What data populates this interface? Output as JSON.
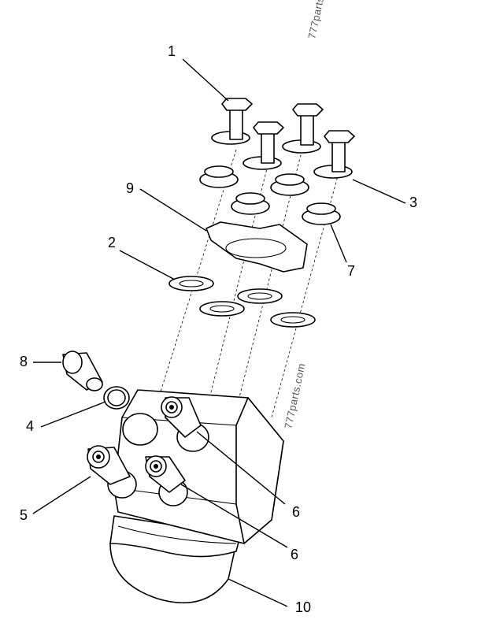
{
  "watermark_top": "777parts",
  "watermark_side": "777parts.com",
  "callouts": [
    "1",
    "2",
    "3",
    "4",
    "5",
    "6",
    "6",
    "7",
    "8",
    "9",
    "10"
  ]
}
